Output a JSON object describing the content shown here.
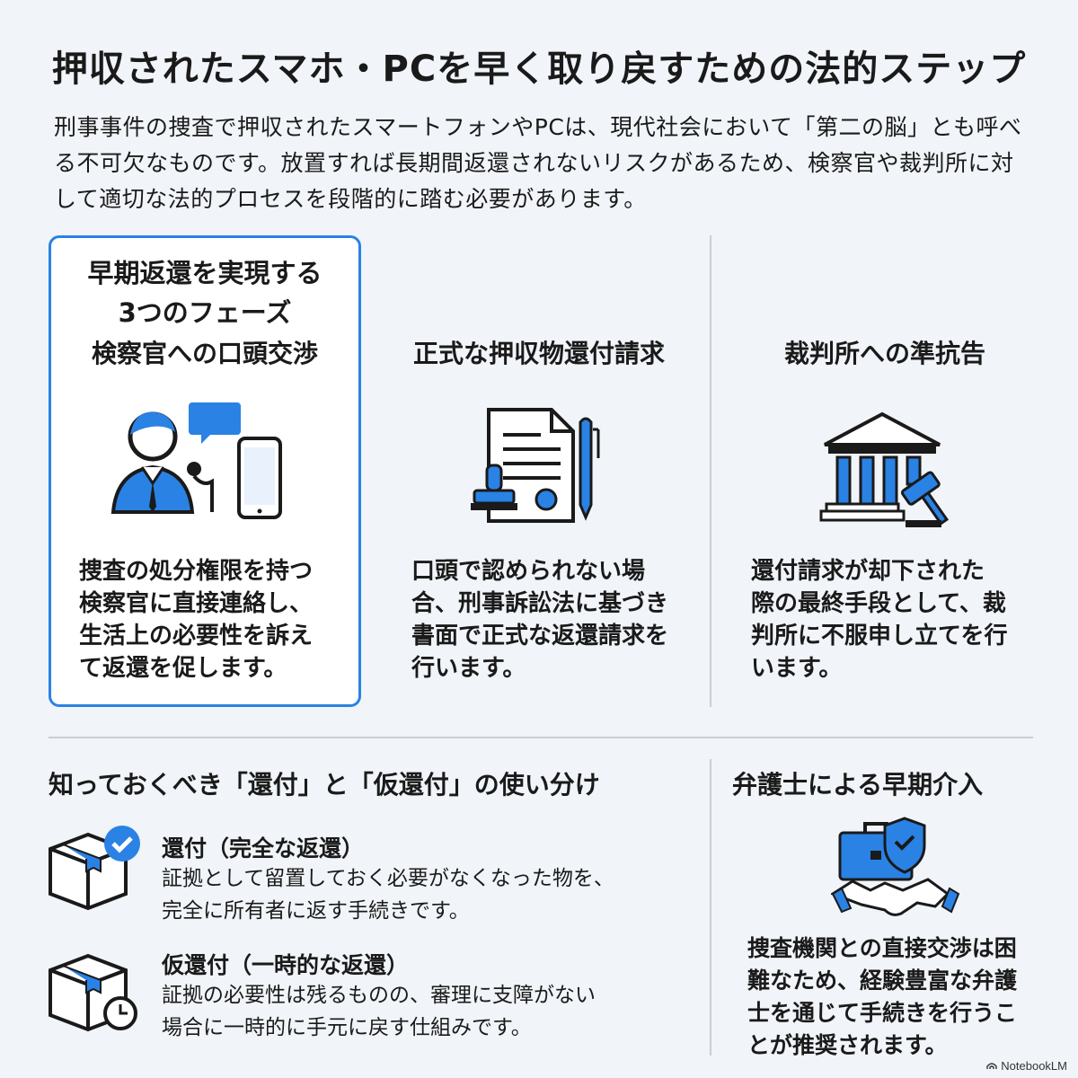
{
  "title": "押収されたスマホ・PCを早く取り戻すための法的ステップ",
  "intro": "刑事事件の捜査で押収されたスマートフォンやPCは、現代社会において「第二の脳」とも呼べる不可欠なものです。放置すれば長期間返還されないリスクがあるため、検察官や裁判所に対して適切な法的プロセスを段階的に踏む必要があります。",
  "phases": {
    "section_title_line1": "早期返還を実現する",
    "section_title_line2": "3つのフェーズ",
    "items": [
      {
        "title": "検察官への口頭交渉",
        "icon": "prosecutor-phone-icon",
        "text_lines": [
          "捜査の処分権限を持つ",
          "検察官に直接連絡し、",
          "生活上の必要性を訴え",
          "て返還を促します。"
        ]
      },
      {
        "title": "正式な押収物還付請求",
        "icon": "document-stamp-pen-icon",
        "text_lines": [
          "口頭で認められない場",
          "合、刑事訴訟法に基づき",
          "書面で正式な返還請求を",
          "行います。"
        ]
      },
      {
        "title": "裁判所への準抗告",
        "icon": "courthouse-gavel-icon",
        "text_lines": [
          "還付請求が却下された",
          "際の最終手段として、裁",
          "判所に不服申し立てを行",
          "います。"
        ]
      }
    ]
  },
  "distinction": {
    "section_title": "知っておくべき「還付」と「仮還付」の使い分け",
    "items": [
      {
        "title": "還付（完全な返還）",
        "icon": "box-check-icon",
        "text_lines": [
          "証拠として留置しておく必要がなくなった物を、",
          "完全に所有者に返す手続きです。"
        ]
      },
      {
        "title": "仮還付（一時的な返還）",
        "icon": "box-clock-icon",
        "text_lines": [
          "証拠の必要性は残るものの、審理に支障がない",
          "場合に一時的に手元に戻す仕組みです。"
        ]
      }
    ]
  },
  "lawyer": {
    "section_title": "弁護士による早期介入",
    "icon": "briefcase-shield-handshake-icon",
    "text_lines": [
      "捜査機関との直接交渉は困",
      "難なため、経験豊富な弁護",
      "士を通じて手続きを行うこ",
      "とが推奨されます。"
    ]
  },
  "brand": "NotebookLM",
  "colors": {
    "accent": "#2a82e4",
    "text": "#1a1a1a",
    "background": "#f1f4f8",
    "divider": "#c9ced6"
  }
}
